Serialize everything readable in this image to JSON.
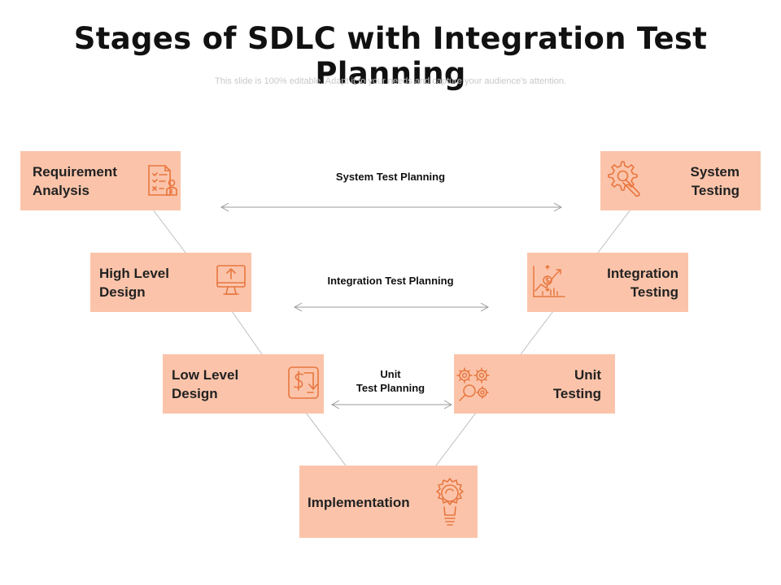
{
  "header": {
    "title": "Stages of SDLC with Integration Test Planning",
    "subtitle": "This slide is 100% editable. Adapt it to your needs and capture your audience's attention."
  },
  "stages": {
    "requirement": "Requirement\nAnalysis",
    "high_level": "High Level\nDesign",
    "low_level": "Low Level\nDesign",
    "implementation": "Implementation",
    "unit_testing": "Unit\nTesting",
    "integration_testing": "Integration\nTesting",
    "system_testing": "System\nTesting"
  },
  "planning": {
    "system": "System  Test Planning",
    "integration": "Integration Test Planning",
    "unit": "Unit\nTest Planning"
  },
  "colors": {
    "box_fill": "#fbc4aa",
    "icon_stroke": "#e8763f",
    "connector": "#bdbdbd"
  },
  "icons": {
    "requirement": "checklist-user-icon",
    "high_level": "monitor-upload-icon",
    "low_level": "dollar-exchange-icon",
    "implementation": "lightbulb-gear-icon",
    "unit_testing": "gears-magnifier-icon",
    "integration_testing": "growth-chart-icon",
    "system_testing": "wrench-gear-icon"
  }
}
